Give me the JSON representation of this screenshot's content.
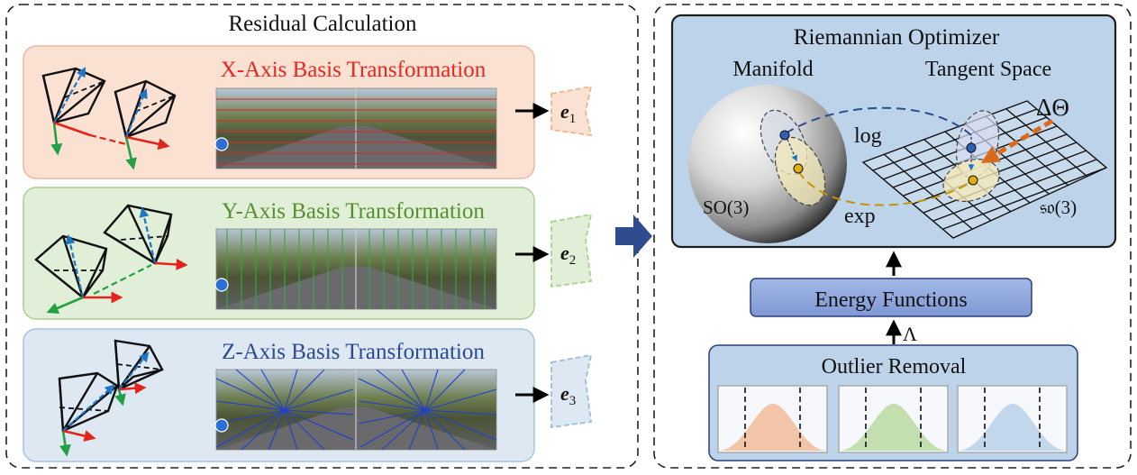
{
  "left_panel": {
    "title": "Residual Calculation",
    "rows": [
      {
        "label": "X-Axis Basis Transformation",
        "color": "#e8261f",
        "bg": "#fbe1d2",
        "border": "#eab89f",
        "residual_base": "e",
        "residual_sub": "1",
        "tag_color": "#f2b48f"
      },
      {
        "label": "Y-Axis Basis Transformation",
        "color": "#54902f",
        "bg": "#e2efd8",
        "border": "#aacd94",
        "residual_base": "e",
        "residual_sub": "2",
        "tag_color": "#a9d48e"
      },
      {
        "label": "Z-Axis Basis Transformation",
        "color": "#2c4a94",
        "bg": "#dde8f3",
        "border": "#a9c3de",
        "residual_base": "e",
        "residual_sub": "3",
        "tag_color": "#9cbddc"
      }
    ]
  },
  "right_panel": {
    "optimizer": {
      "title": "Riemannian Optimizer",
      "manifold_label": "Manifold",
      "tangent_label": "Tangent Space",
      "so3_label": "SO(3)",
      "lie_algebra_label": "𝔰𝔬(3)",
      "log_label": "log",
      "exp_label": "exp",
      "delta_label": "ΔΘ"
    },
    "energy_label": "Energy Functions",
    "lambda_label": "Λ",
    "outlier": {
      "title": "Outlier Removal",
      "distributions": [
        {
          "color": "#f3c5a8"
        },
        {
          "color": "#c3dfb0"
        },
        {
          "color": "#c2d6ec"
        }
      ]
    }
  }
}
